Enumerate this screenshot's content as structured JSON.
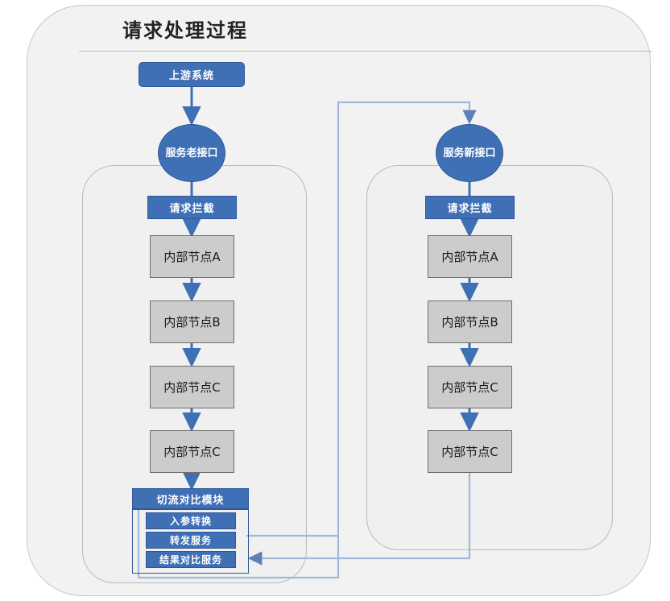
{
  "diagram": {
    "title": "请求处理过程",
    "colors": {
      "blue_fill": "#3f6fb5",
      "blue_border": "#2f5896",
      "gray_fill": "#cccccc",
      "gray_border": "#6e6e6e",
      "panel_fill": "#f2f2f2",
      "panel_border": "#c9c9c9",
      "arrow_blue": "#3f6fb5",
      "wire_light_blue": "#9fb9dc"
    },
    "entry": {
      "upstream_label": "上游系统"
    },
    "lanes": [
      {
        "id": "old-interface",
        "circle_label": "服务老接口",
        "circle_lines": [
          "服务",
          "老接",
          "口"
        ],
        "intercept_label": "请求拦截",
        "nodes": [
          "内部节点A",
          "内部节点B",
          "内部节点C",
          "内部节点C"
        ],
        "module": {
          "header_label": "切流对比模块",
          "items": [
            "入参转换",
            "转发服务",
            "结果对比服务"
          ]
        }
      },
      {
        "id": "new-interface",
        "circle_label": "服务新接口",
        "circle_lines": [
          "服务",
          "新接",
          "口"
        ],
        "intercept_label": "请求拦截",
        "nodes": [
          "内部节点A",
          "内部节点B",
          "内部节点C",
          "内部节点C"
        ],
        "module": null
      }
    ]
  }
}
